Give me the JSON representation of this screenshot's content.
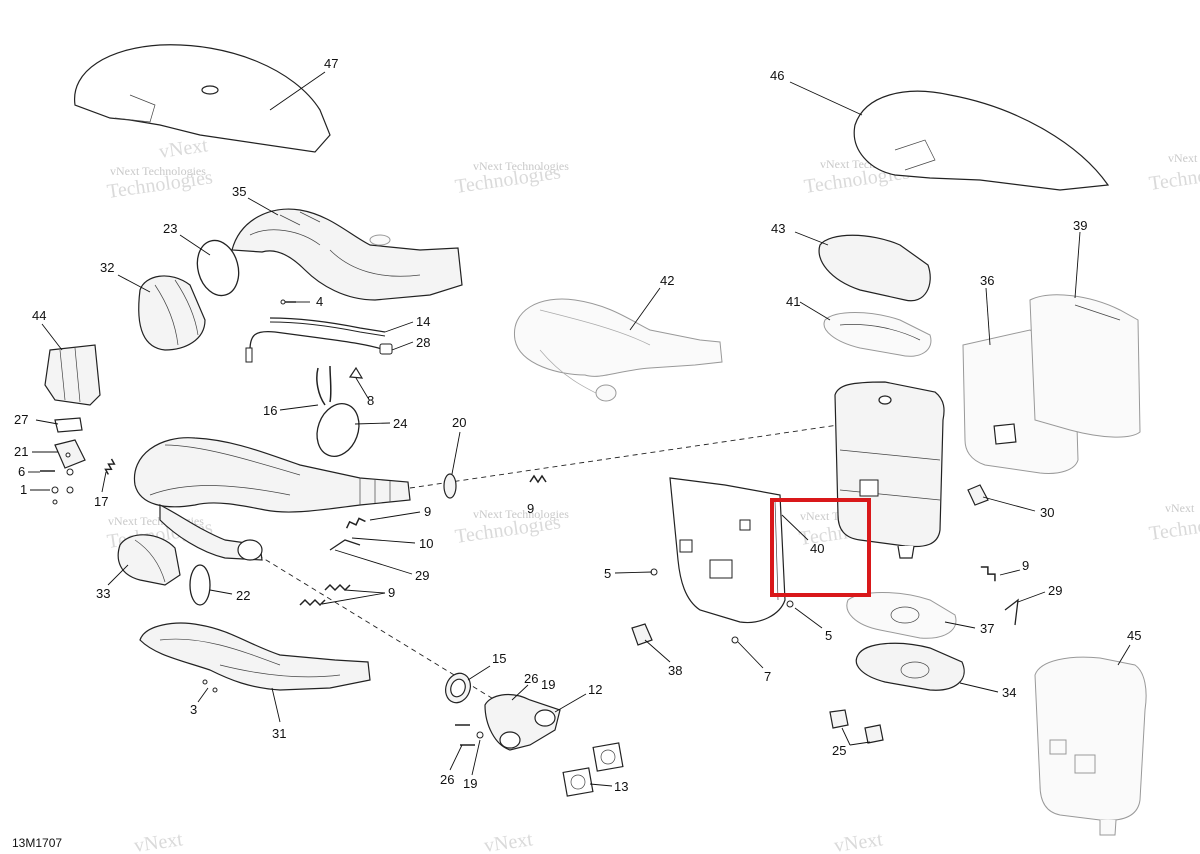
{
  "diagram_code": "13M1707",
  "watermark": {
    "line1": "vNext Technologies",
    "line2": "Technologies",
    "line3": "vNext"
  },
  "highlight_color": "#d9181a",
  "highlighted_part": "40",
  "callouts": {
    "c47": "47",
    "c46": "46",
    "c35": "35",
    "c23": "23",
    "c32": "32",
    "c4": "4",
    "c14": "14",
    "c28": "28",
    "c42": "42",
    "c43": "43",
    "c41": "41",
    "c36": "36",
    "c39": "39",
    "c44": "44",
    "c27": "27",
    "c21": "21",
    "c6": "6",
    "c1": "1",
    "c17": "17",
    "c16": "16",
    "c8": "8",
    "c24": "24",
    "c20": "20",
    "c9a": "9",
    "c9b": "9",
    "c10": "10",
    "c29a": "29",
    "c9c": "9",
    "c33": "33",
    "c22": "22",
    "c3": "3",
    "c31": "31",
    "c15": "15",
    "c26a": "26",
    "c19a": "19",
    "c12": "12",
    "c26b": "26",
    "c19b": "19",
    "c13": "13",
    "c5a": "5",
    "c40": "40",
    "c5b": "5",
    "c38": "38",
    "c7": "7",
    "c30": "30",
    "c9d": "9",
    "c29b": "29",
    "c37": "37",
    "c34": "34",
    "c45": "45",
    "c25": "25"
  }
}
